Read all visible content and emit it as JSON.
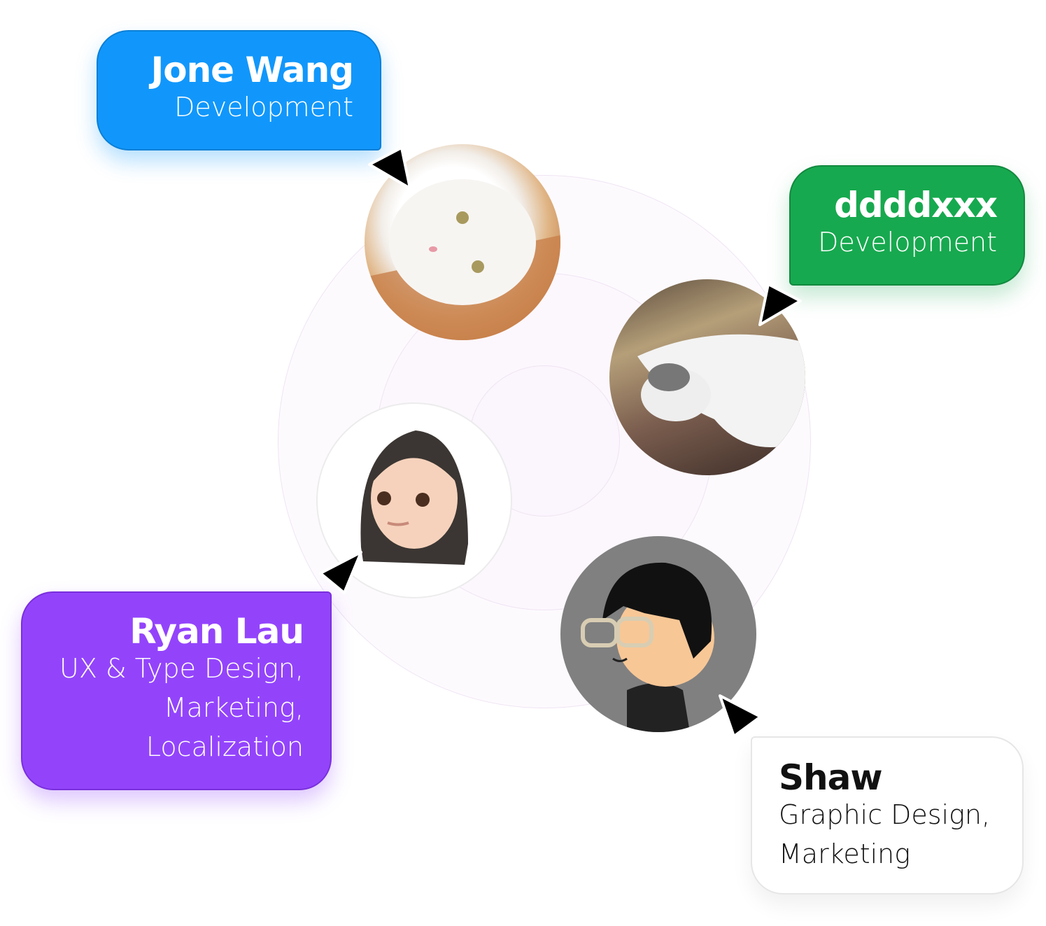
{
  "people": [
    {
      "name": "Jone Wang",
      "role": "Development",
      "color": "#1197fb"
    },
    {
      "name": "ddddxxx",
      "role": "Development",
      "color": "#17a94f"
    },
    {
      "name": "Ryan Lau",
      "role_lines": [
        "UX & Type Design,",
        "Marketing,",
        "Localization"
      ],
      "color": "#9344fb"
    },
    {
      "name": "Shaw",
      "role_lines": [
        "Graphic Design,",
        "Marketing"
      ],
      "color": "#ffffff"
    }
  ]
}
